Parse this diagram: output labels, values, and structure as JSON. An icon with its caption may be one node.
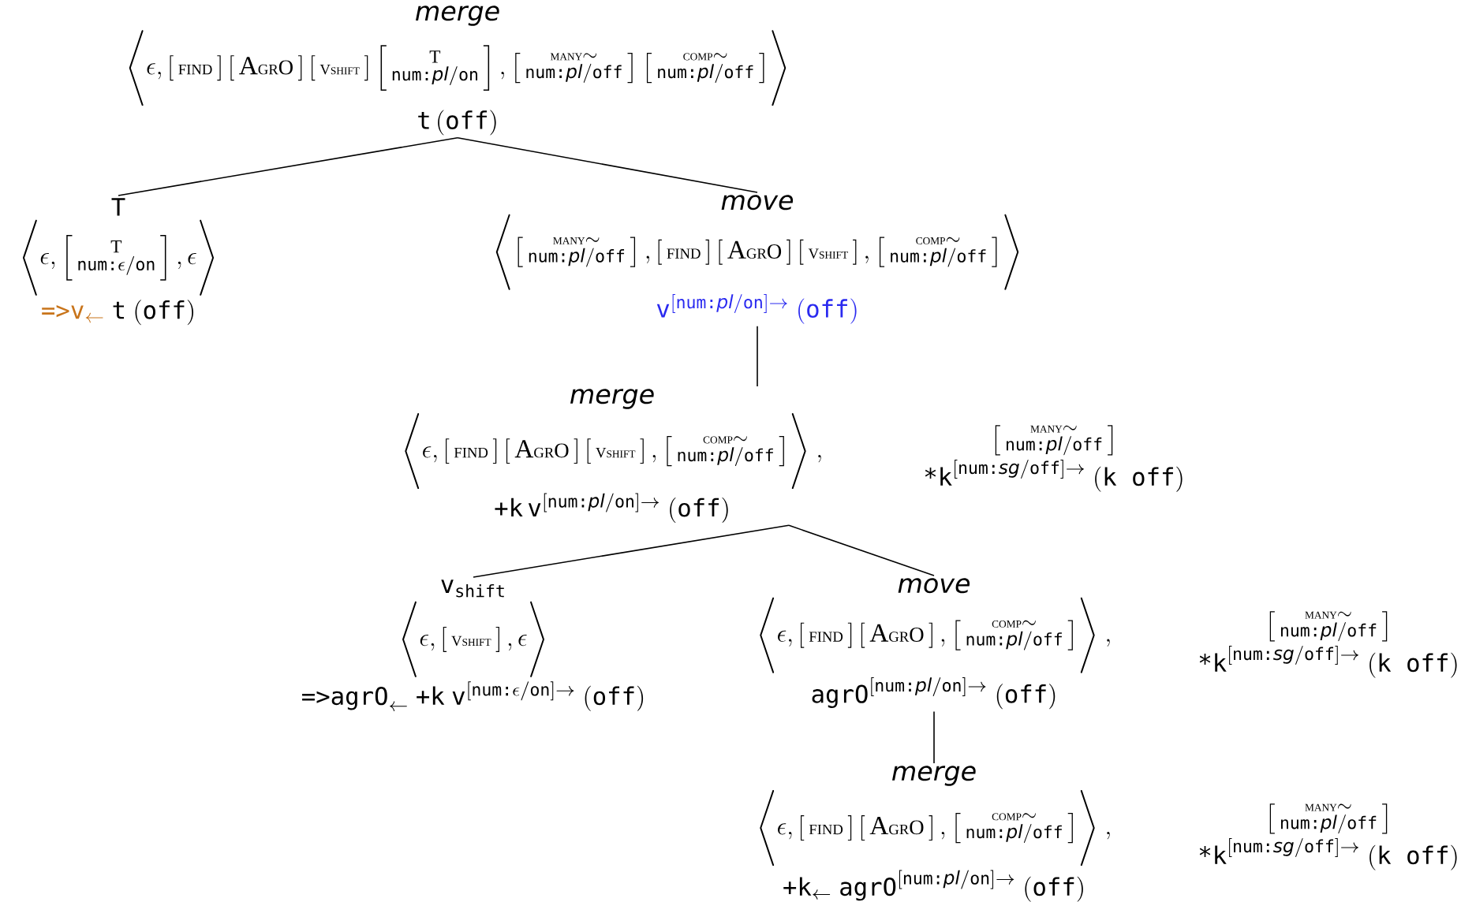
{
  "diagram": {
    "nodes": [
      {
        "text": [
          "merge",
          "\\Biggl\\langle \\epsilon, \\left[\\,\\text{\\scriptsize FIND}\\,\\right]\\left[\\,\\text{A\\scriptsize GR\\normalsize O}\\,\\right]\\left[\\,\\text{\\scriptsize V\\tiny SHIFT}\\,\\right]\\left[\\begin{smallmatrix}\\text{T}\\\\ \\texttt{num:}\\textsf{\\textit{pl}}/\\texttt{on}\\end{smallmatrix}\\right], \\left[\\begin{smallmatrix}\\text{\\tiny MANY}\\sim\\\\ \\texttt{num:}\\textsf{\\textit{pl}}/\\texttt{off}\\end{smallmatrix}\\right]\\left[\\begin{smallmatrix}\\text{\\tiny COMP}\\sim\\\\ \\texttt{num:}\\textsf{\\textit{pl}}/\\texttt{off}\\end{smallmatrix}\\right]\\Biggr\\rangle",
          "\\texttt{t}\\,(\\texttt{off})"
        ]
      },
      {
        "text": [
          "T",
          "\\Biggl\\langle \\epsilon, \\left[\\begin{smallmatrix}\\text{T}\\\\ \\texttt{num:}\\epsilon/\\texttt{on}\\end{smallmatrix}\\right], \\epsilon\\Biggr\\rangle",
          "\\texttt{=>v}_{\\leftarrow}",
          "\\texttt{t}\\ (\\texttt{off})"
        ]
      },
      {
        "text": [
          "move",
          "\\Biggl\\langle \\left[\\begin{smallmatrix}\\text{\\tiny MANY}\\sim\\\\ \\texttt{num:}\\textsf{\\textit{pl}}/\\texttt{off}\\end{smallmatrix}\\right], \\left[\\,\\text{\\scriptsize FIND}\\,\\right]\\left[\\,\\text{A\\scriptsize GR\\normalsize O}\\,\\right]\\left[\\,\\text{\\scriptsize V\\tiny SHIFT}\\,\\right], \\left[\\begin{smallmatrix}\\text{\\tiny COMP}\\sim\\\\ \\texttt{num:}\\textsf{\\textit{pl}}/\\texttt{off}\\end{smallmatrix}\\right]\\Biggr\\rangle",
          "\\texttt{v}^{[\\texttt{num:}\\textsf{\\textit{pl}}/\\texttt{on}]\\rightarrow}\\ (\\texttt{off})"
        ]
      },
      {
        "text": [
          "merge",
          "\\Biggl\\langle \\epsilon, \\left[\\,\\text{\\scriptsize FIND}\\,\\right]\\left[\\,\\text{A\\scriptsize GR\\normalsize O}\\,\\right]\\left[\\,\\text{\\scriptsize V\\tiny SHIFT}\\,\\right], \\left[\\begin{smallmatrix}\\text{\\tiny COMP}\\sim\\\\ \\texttt{num:}\\textsf{\\textit{pl}}/\\texttt{off}\\end{smallmatrix}\\right]\\Biggr\\rangle\\ ,",
          "\\texttt{+k}\\,\\texttt{v}^{[\\texttt{num:}\\textsf{\\textit{pl}}/\\texttt{on}]\\rightarrow}\\ (\\texttt{off})",
          "\\left[\\begin{smallmatrix}\\text{\\tiny MANY}\\sim\\\\ \\texttt{num:}\\textsf{\\textit{pl}}/\\texttt{off}\\end{smallmatrix}\\right]",
          "\\texttt{*k}^{[\\texttt{num:}\\textsf{\\textit{sg}}/\\texttt{off}]\\rightarrow}\\ (\\texttt{k off})"
        ]
      },
      {
        "text": [
          "\\texttt{v}_{\\texttt{shift}}",
          "\\Biggl\\langle \\epsilon, \\left[\\,\\text{\\scriptsize V\\tiny SHIFT}\\,\\right], \\epsilon\\Biggr\\rangle",
          "\\texttt{=>agrO}_{\\leftarrow}\\ \\texttt{+k}\\ \\texttt{v}^{[\\texttt{num:}\\epsilon/\\texttt{on}]\\rightarrow}\\ (\\texttt{off})"
        ]
      },
      {
        "text": [
          "move",
          "\\Biggl\\langle \\epsilon, \\left[\\,\\text{\\scriptsize FIND}\\,\\right]\\left[\\,\\text{A\\scriptsize GR\\normalsize O}\\,\\right], \\left[\\begin{smallmatrix}\\text{\\tiny COMP}\\sim\\\\ \\texttt{num:}\\textsf{\\textit{pl}}/\\texttt{off}\\end{smallmatrix}\\right]\\Biggr\\rangle\\ ,",
          "\\texttt{agrO}^{[\\texttt{num:}\\textsf{\\textit{pl}}/\\texttt{on}]\\rightarrow}\\ (\\texttt{off})",
          "\\left[\\begin{smallmatrix}\\text{\\tiny MANY}\\sim\\\\ \\texttt{num:}\\textsf{\\textit{pl}}/\\texttt{off}\\end{smallmatrix}\\right]",
          "\\texttt{*k}^{[\\texttt{num:}\\textsf{\\textit{sg}}/\\texttt{off}]\\rightarrow}\\ (\\texttt{k off})"
        ]
      },
      {
        "text": [
          "merge",
          "\\Biggl\\langle \\epsilon, \\left[\\,\\text{\\scriptsize FIND}\\,\\right]\\left[\\,\\text{A\\scriptsize GR\\normalsize O}\\,\\right], \\left[\\begin{smallmatrix}\\text{\\tiny COMP}\\sim\\\\ \\texttt{num:}\\textsf{\\textit{pl}}/\\texttt{off}\\end{smallmatrix}\\right]\\Biggr\\rangle\\ ,",
          "\\texttt{+k}_{\\leftarrow}\\ \\texttt{agrO}^{[\\texttt{num:}\\textsf{\\textit{pl}}/\\texttt{on}]\\rightarrow}\\ (\\texttt{off})",
          "\\left[\\begin{smallmatrix}\\text{\\tiny MANY}\\sim\\\\ \\texttt{num:}\\textsf{\\textit{pl}}/\\texttt{off}\\end{smallmatrix}\\right]",
          "\\texttt{*k}^{[\\texttt{num:}\\textsf{\\textit{sg}}/\\texttt{off}]\\rightarrow}\\ (\\texttt{k off})"
        ]
      }
    ],
    "edges": [
      {
        "from": 0,
        "to": 1,
        "arrow": "none"
      },
      {
        "from": 0,
        "to": 2,
        "arrow": "none"
      },
      {
        "from": 2,
        "to": 3,
        "arrow": "none"
      },
      {
        "from": 3,
        "to": 4,
        "arrow": "none"
      },
      {
        "from": 3,
        "to": 5,
        "arrow": "none"
      },
      {
        "from": 5,
        "to": 6,
        "arrow": "none"
      }
    ]
  }
}
